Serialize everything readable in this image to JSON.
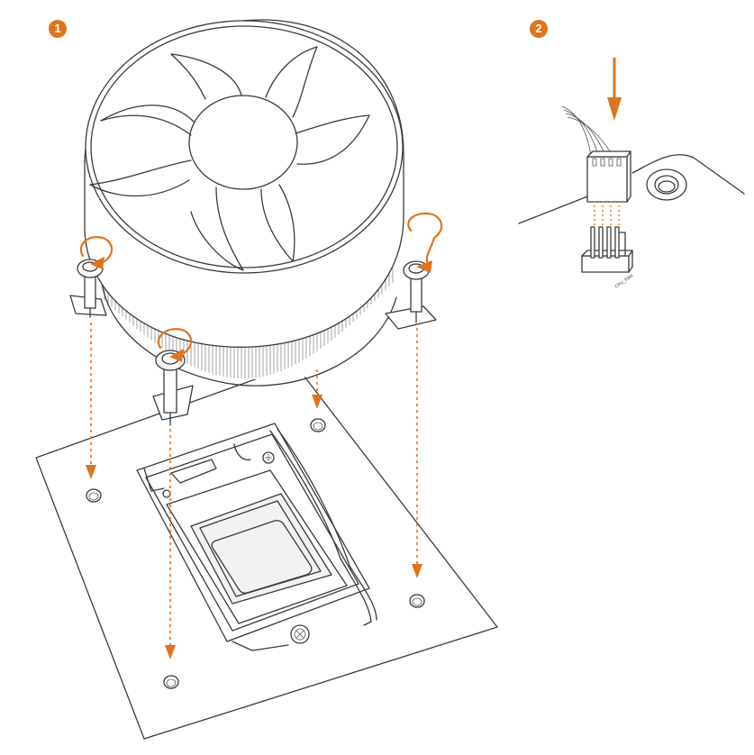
{
  "steps": [
    {
      "number": "1"
    },
    {
      "number": "2"
    }
  ],
  "header_label": "CPU_FAN",
  "colors": {
    "accent": "#e0731b",
    "line": "#3a3a3a",
    "background": "#ffffff"
  }
}
